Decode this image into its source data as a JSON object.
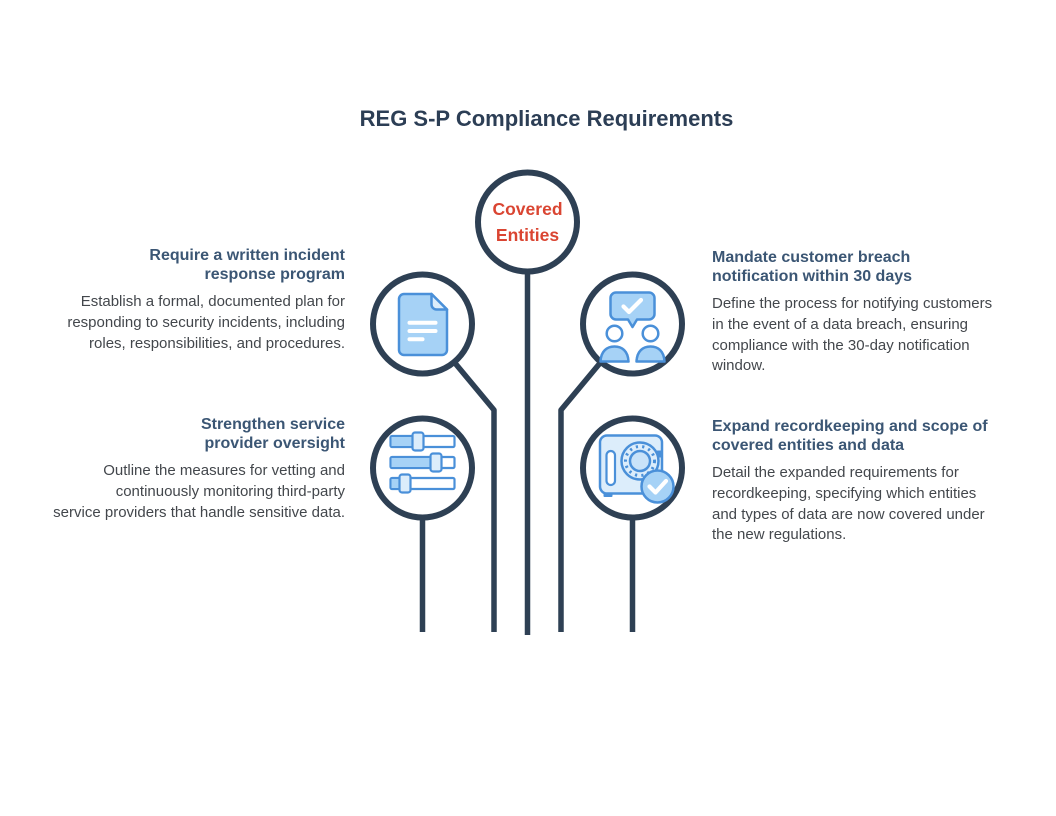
{
  "title": "REG S-P Compliance Requirements",
  "colors": {
    "navy": "#2e4054",
    "icon-stroke": "#4a90d9",
    "icon-mid": "#a6d2f6",
    "icon-light": "#dcedfb",
    "icon-soft": "#c9e3f9",
    "red": "#da4532",
    "heading": "#3b5674",
    "body": "#43474c",
    "title": "#2c3e55"
  },
  "center_node": {
    "label_lines": [
      "Covered",
      "Entities"
    ]
  },
  "branches": [
    {
      "id": "incident-response",
      "icon": "document-icon",
      "heading_lines": [
        "Require a written incident",
        "response program"
      ],
      "body_lines": [
        "Establish a formal, documented plan for",
        "responding to security incidents, including",
        "roles, responsibilities, and procedures."
      ]
    },
    {
      "id": "breach-notification",
      "icon": "people-chat-check-icon",
      "heading_lines": [
        "Mandate customer breach",
        "notification within 30 days"
      ],
      "body_lines": [
        "Define the process for notifying customers",
        "in the event of a data breach, ensuring",
        "compliance with the 30-day notification",
        "window."
      ]
    },
    {
      "id": "provider-oversight",
      "icon": "sliders-icon",
      "heading_lines": [
        "Strengthen service",
        "provider oversight"
      ],
      "body_lines": [
        "Outline the measures for vetting and",
        "continuously monitoring third-party",
        "service providers that handle sensitive data."
      ]
    },
    {
      "id": "recordkeeping-scope",
      "icon": "safe-check-icon",
      "heading_lines": [
        "Expand recordkeeping and scope of",
        "covered entities and data"
      ],
      "body_lines": [
        "Detail the expanded requirements for",
        "recordkeeping, specifying which entities",
        "and types of data are now covered under",
        "the new regulations."
      ]
    }
  ]
}
